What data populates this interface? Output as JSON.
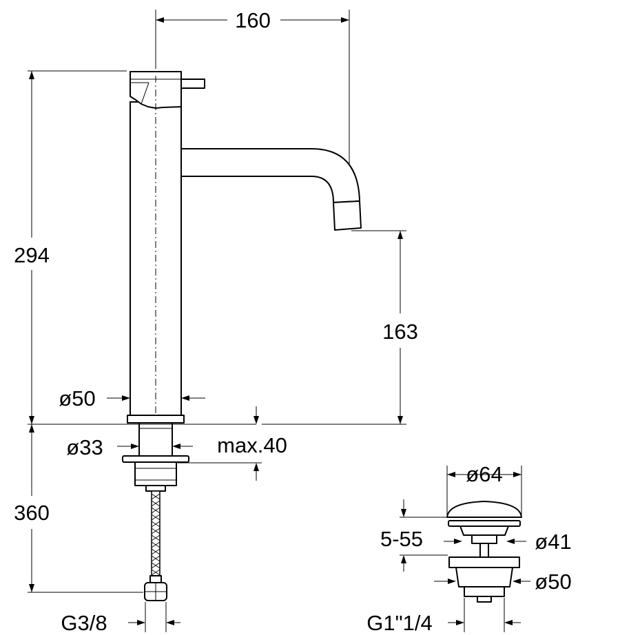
{
  "faucet": {
    "width_label": "160",
    "total_height_label": "294",
    "spout_height_label": "163",
    "body_diameter_label": "ø50",
    "hole_diameter_label": "ø33",
    "deck_thickness_label": "max.40",
    "hose_length_label": "360",
    "connection_label": "G3/8"
  },
  "waste_valve": {
    "cap_diameter_label": "ø64",
    "adjust_range_label": "5-55",
    "neck_diameter_label": "ø41",
    "body_diameter_label": "ø50",
    "thread_label": "G1\"1/4"
  }
}
